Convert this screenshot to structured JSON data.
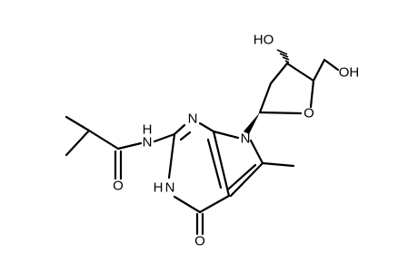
{
  "molecule": {
    "atoms": {
      "ho_sugar": "HO",
      "oh_terminal": "OH",
      "o_ring": "O",
      "n_amide": "N",
      "h_amide": "H",
      "o_amide": "O",
      "n_pyrimidine_top": "N",
      "n_glycosidic": "N",
      "n_pyrimidine_lower": "N",
      "h_pyrimidine_lower": "H",
      "o_carbonyl": "O"
    },
    "colors": {
      "bond": "#000000",
      "label": "#000000",
      "background": "#ffffff"
    }
  }
}
